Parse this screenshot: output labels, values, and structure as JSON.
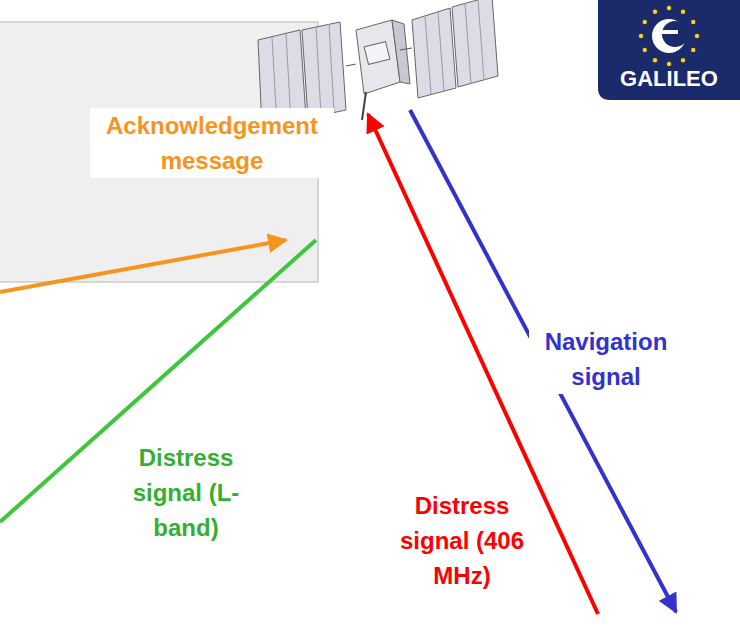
{
  "diagram": {
    "labels": [
      "Acknowledgement message",
      "Navigation signal",
      "Distress signal (L-band)",
      "Distress signal (406 MHz)",
      "GALILEO"
    ]
  }
}
